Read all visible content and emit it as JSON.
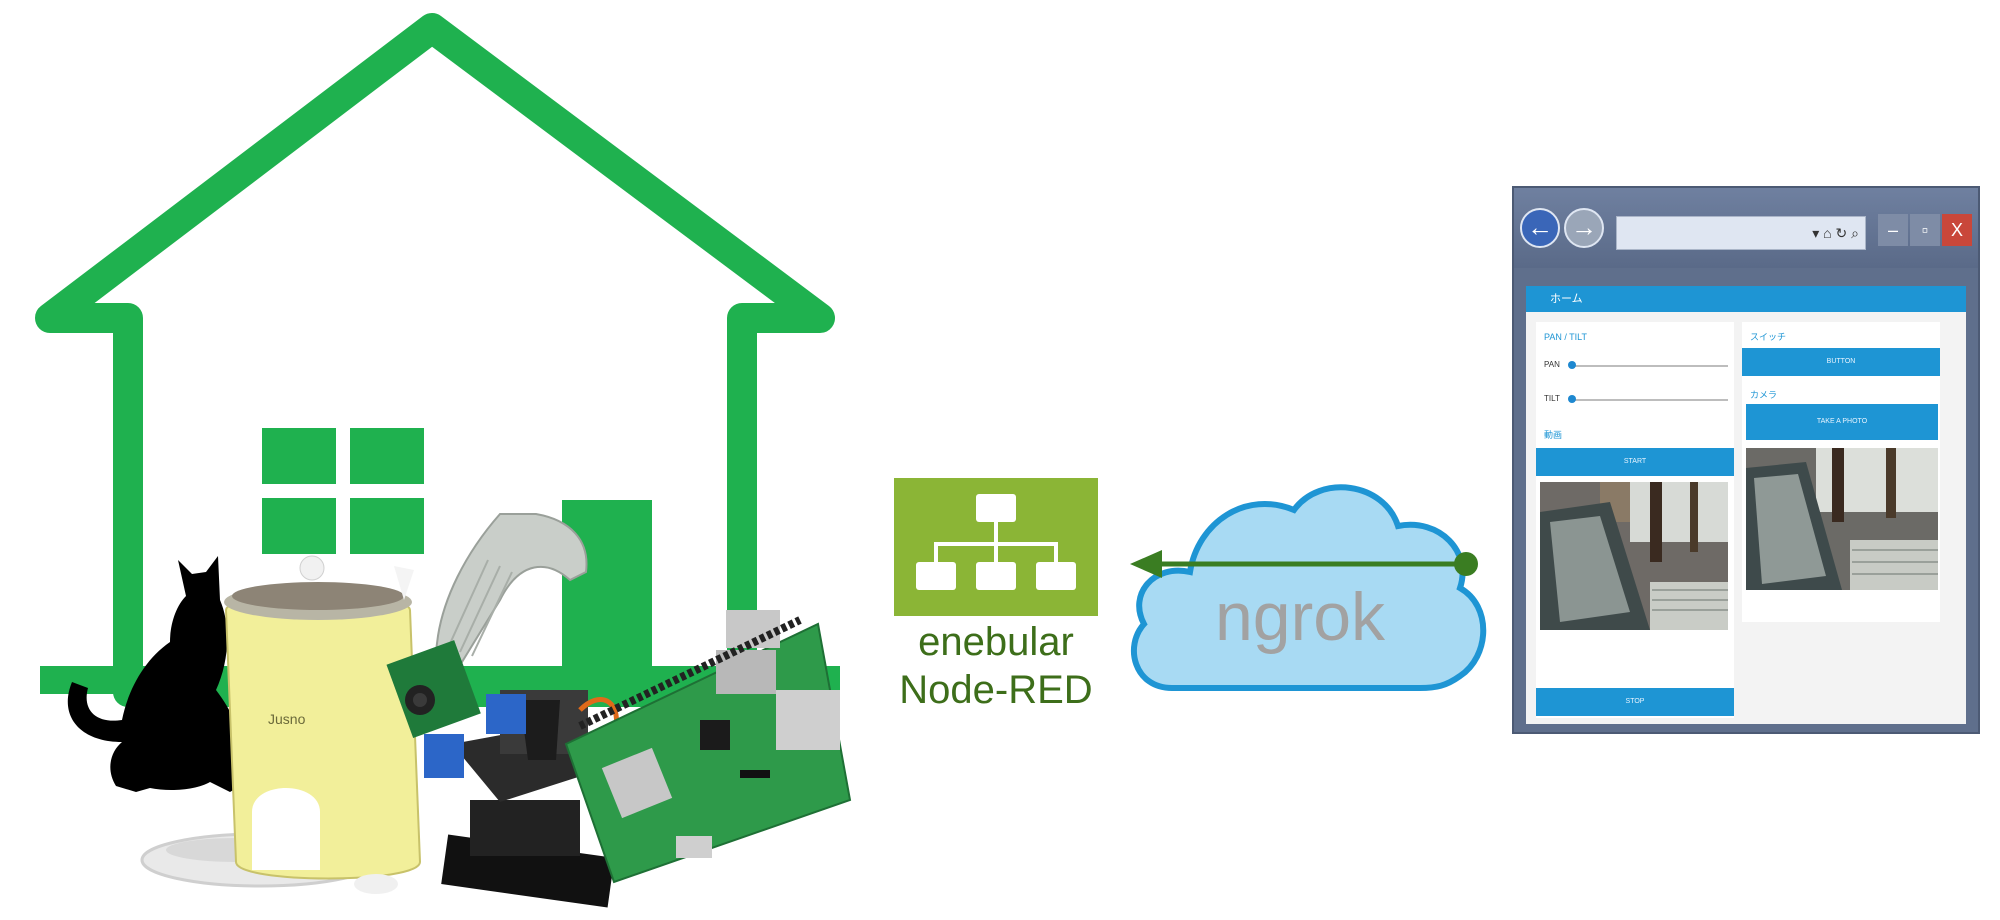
{
  "enebular": {
    "label": "enebular",
    "sublabel": "Node-RED",
    "icon": "flow-network-icon",
    "color": "#8bb536"
  },
  "ngrok": {
    "label": "ngrok",
    "cloud_color": "#a8daf3",
    "outline_color": "#1e95d4",
    "arrow_color": "#3a7d22"
  },
  "house": {
    "color": "#1fb14f",
    "icons": [
      "house-icon",
      "cat-silhouette-icon",
      "pet-feeder-icon",
      "camera-module-icon",
      "pan-tilt-servo-icon",
      "raspberry-pi-icon"
    ],
    "feeder_brand": "Jusno"
  },
  "browser": {
    "address_icons": "▾ ⌂ ↻ ⌕",
    "minimize": "–",
    "maximize": "▫",
    "close": "X",
    "dashboard": {
      "header": "ホーム",
      "left_groups": {
        "pan_tilt_title": "PAN / TILT",
        "pan_label": "PAN",
        "tilt_label": "TILT",
        "video_title": "動画",
        "start_button": "START",
        "stop_button": "STOP"
      },
      "right_groups": {
        "switch_title": "スイッチ",
        "button_label": "BUTTON",
        "camera_title": "カメラ",
        "take_photo_button": "TAKE A PHOTO"
      }
    }
  }
}
